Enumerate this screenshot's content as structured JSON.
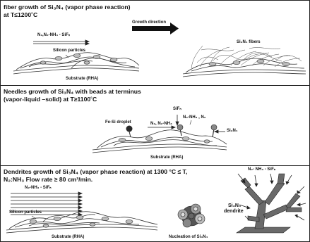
{
  "panel1": {
    "title_line1": "fiber growth of Si₃N₄ (vapor phase reaction)",
    "title_line2": "at T≤1200˚C",
    "growth_direction": "Growth direction",
    "gas_label": "N₂,N₂-NH₃ - SiFₙ",
    "silicon_particles": "Silicon particles",
    "substrate": "Substrate (RHA)",
    "fibers": "Si₃N₄ fibers"
  },
  "panel2": {
    "title_line1": "Needles growth of Si₃N₄ with beads at terminus",
    "title_line2": "(vapor-liquid –solid) at T≥1100˚C",
    "sif": "SiFₙ",
    "droplet": "Fe-Si droplet",
    "gas1": "N₂, N₂-NH₃",
    "gas2": "N₂-NH₃ , N₂",
    "si3n4": "Si₃N₄",
    "substrate": "Substrate (RHA)"
  },
  "panel3": {
    "title_line1": "Dendrites growth of Si₃N₄ (vapor phase reaction) at 1300 °C ≤ T,",
    "title_line2": "N₂:NH₃ Flow rate ≥ 80 cm³/min.",
    "gas_label": "N₂-NH₃ - SiFₙ",
    "gas_right": "N₂- NH₃ - SiFₙ",
    "silicon_particles": "Silicon particles",
    "substrate": "Substrate (RHA)",
    "nucleation": "Nucleation of Si₃N₄",
    "dendrite_line1": "Si₃N₄",
    "dendrite_line2": "dendrite"
  }
}
